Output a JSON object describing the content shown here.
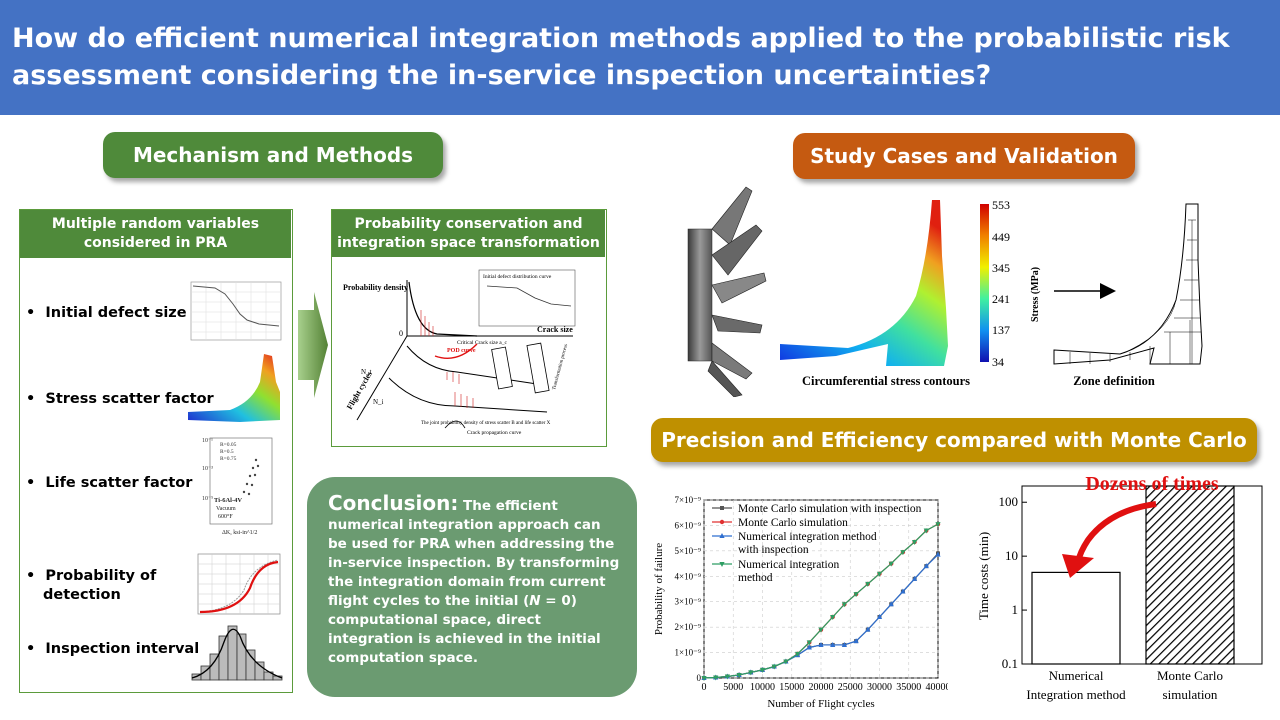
{
  "header": {
    "title": "How do efficient numerical integration methods applied to the probabilistic risk assessment considering the in-service inspection uncertainties?"
  },
  "sections": {
    "mechanism": "Mechanism and Methods",
    "study": "Study Cases and Validation",
    "precision": "Precision and Efficiency compared with Monte Carlo"
  },
  "variables_box": {
    "title": "Multiple random variables considered in PRA",
    "items": [
      "Initial defect size",
      "Stress scatter factor",
      "Life scatter factor",
      "Probability of detection",
      "Inspection interval"
    ],
    "life_plot": {
      "legend": [
        "R=0.05",
        "R=0.5",
        "R=0.75"
      ],
      "note1": "Ti-6Al-4V",
      "note2": "Vacuum",
      "note3": "600°F",
      "xlabel": "ΔK, ksi-in^1/2"
    }
  },
  "probability_box": {
    "title": "Probability conservation and integration space transformation",
    "labels": {
      "prob_density": "Probability density",
      "crack_size": "Crack size",
      "flight_cycles": "Flight cycles",
      "initial_curve": "Initial defect distribution curve",
      "pod_curve": "POD curve",
      "critical_crack": "Critical Crack size a_c",
      "joint_pdf": "The joint probability density of stress scatter B and life scatter X",
      "crack_prop": "Crack propagation curve",
      "transformation": "Transformation process",
      "n0": "0",
      "nt": "N_t",
      "ni": "N_i"
    }
  },
  "conclusion": {
    "heading": "Conclusion:",
    "pre_n": " The efficient numerical integration approach can be used for PRA when addressing the in-service inspection. By transforming the integration domain from current flight cycles to the initial (",
    "n_var": "N",
    "post_n": " = 0) computational space, direct integration is achieved in the initial computation space."
  },
  "study": {
    "colorbar_ticks": [
      "553",
      "449",
      "345",
      "241",
      "137",
      "34"
    ],
    "colorbar_label": "Stress (MPa)",
    "caption_contours": "Circumferential stress contours",
    "caption_zone": "Zone definition"
  },
  "chart_data": [
    {
      "type": "line",
      "xlabel": "Number of Flight cycles",
      "ylabel": "Probability of failure",
      "xlim": [
        0,
        40000
      ],
      "ylim": [
        0,
        7e-09
      ],
      "xticks": [
        "0",
        "5000",
        "10000",
        "15000",
        "20000",
        "25000",
        "30000",
        "35000",
        "40000"
      ],
      "yticks": [
        "0",
        "1×10⁻⁹",
        "2×10⁻⁹",
        "3×10⁻⁹",
        "4×10⁻⁹",
        "5×10⁻⁹",
        "6×10⁻⁹",
        "7×10⁻⁹"
      ],
      "x": [
        0,
        2000,
        4000,
        6000,
        8000,
        10000,
        12000,
        14000,
        16000,
        18000,
        20000,
        22000,
        24000,
        26000,
        28000,
        30000,
        32000,
        34000,
        36000,
        38000,
        40000
      ],
      "series": [
        {
          "name": "Monte Carlo simulation  with inspection",
          "color": "#555555",
          "marker": "square",
          "values": [
            0,
            2e-11,
            6e-11,
            1.2e-10,
            2.2e-10,
            3.2e-10,
            4.5e-10,
            6.5e-10,
            9e-10,
            1.2e-09,
            1.3e-09,
            1.3e-09,
            1.3e-09,
            1.45e-09,
            1.9e-09,
            2.4e-09,
            2.9e-09,
            3.4e-09,
            3.9e-09,
            4.4e-09,
            4.9e-09
          ]
        },
        {
          "name": "Monte Carlo simulation",
          "color": "#e03030",
          "marker": "circle",
          "values": [
            0,
            2e-11,
            6e-11,
            1.2e-10,
            2.2e-10,
            3.2e-10,
            4.5e-10,
            6.5e-10,
            9.5e-10,
            1.4e-09,
            1.9e-09,
            2.4e-09,
            2.9e-09,
            3.3e-09,
            3.7e-09,
            4.1e-09,
            4.5e-09,
            4.95e-09,
            5.35e-09,
            5.8e-09,
            6.05e-09
          ]
        },
        {
          "name": "Numerical integration method with inspection",
          "color": "#2f6fd0",
          "marker": "triangle-up",
          "values": [
            0,
            2e-11,
            6e-11,
            1.2e-10,
            2.2e-10,
            3.2e-10,
            4.5e-10,
            6.5e-10,
            9e-10,
            1.2e-09,
            1.3e-09,
            1.3e-09,
            1.3e-09,
            1.45e-09,
            1.9e-09,
            2.4e-09,
            2.9e-09,
            3.4e-09,
            3.9e-09,
            4.4e-09,
            4.85e-09
          ]
        },
        {
          "name": "Numerical integration method",
          "color": "#2e9e63",
          "marker": "triangle-down",
          "values": [
            0,
            2e-11,
            6e-11,
            1.2e-10,
            2.2e-10,
            3.2e-10,
            4.5e-10,
            6.5e-10,
            9.5e-10,
            1.4e-09,
            1.9e-09,
            2.4e-09,
            2.9e-09,
            3.3e-09,
            3.7e-09,
            4.1e-09,
            4.5e-09,
            4.95e-09,
            5.35e-09,
            5.8e-09,
            6.05e-09
          ]
        }
      ]
    },
    {
      "type": "bar",
      "ylabel": "Time costs (min)",
      "yscale": "log",
      "ylim": [
        0.1,
        200
      ],
      "yticks": [
        "0.1",
        "1",
        "10",
        "100"
      ],
      "categories": [
        "Numerical Integration method",
        "Monte Carlo simulation"
      ],
      "values": [
        5,
        200
      ],
      "annotation": "Dozens of times"
    }
  ]
}
